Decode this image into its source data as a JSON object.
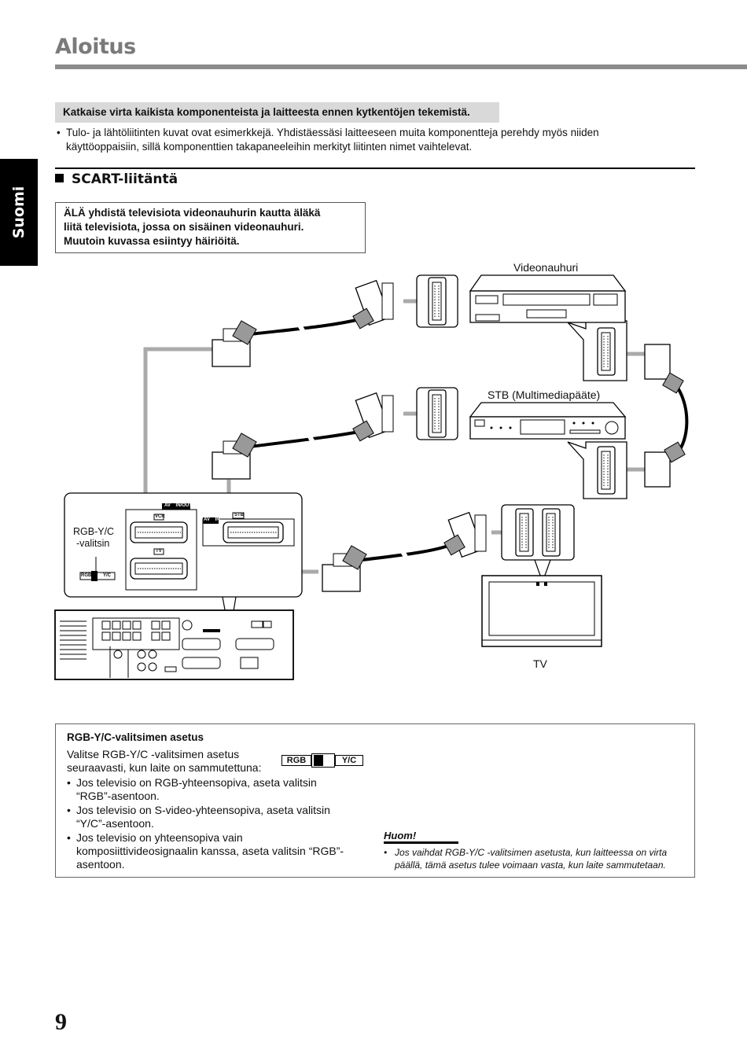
{
  "header": {
    "title": "Aloitus"
  },
  "side_tab": {
    "label": "Suomi"
  },
  "warning_bar": {
    "text": "Katkaise virta kaikista komponenteista ja laitteesta ennen kytkentöjen tekemistä."
  },
  "intro_bullet": {
    "bullet": "•",
    "line1": "Tulo- ja lähtöliitinten kuvat ovat esimerkkejä. Yhdistäessäsi laitteeseen muita komponentteja perehdy myös niiden",
    "line2": "käyttöoppaisiin, sillä komponenttien takapaneeleihin merkityt liitinten nimet vaihtelevat."
  },
  "section": {
    "heading": "SCART-liitäntä"
  },
  "caution": {
    "line1": "ÄLÄ yhdistä televisiota videonauhurin kautta äläkä",
    "line2": "liitä televisiota, jossa on sisäinen videonauhuri.",
    "line3": "Muutoin kuvassa esiintyy häiriöitä."
  },
  "diagram": {
    "vcr_label": "Videonauhuri",
    "stb_label": "STB (Multimediapääte)",
    "tv_label": "TV",
    "selector_label_1": "RGB-Y/C",
    "selector_label_2": "-valitsin",
    "panel_av_inout": "AV    IN/OUT",
    "panel_vcr": "VCR",
    "panel_stb": "STB",
    "panel_av_in": "AV    IN",
    "panel_tv": "TV",
    "panel_rgb": "RGB",
    "panel_yc": "Y/C"
  },
  "settings": {
    "heading": "RGB-Y/C-valitsimen asetus",
    "intro_line1": "Valitse RGB-Y/C -valitsimen asetus",
    "intro_line2": "seuraavasti, kun laite on sammutettuna:",
    "switch_rgb": "RGB",
    "switch_yc": "Y/C",
    "bullet": "•",
    "items": [
      {
        "line1": "Jos televisio on RGB-yhteensopiva, aseta valitsin",
        "line2": "“RGB”-asentoon."
      },
      {
        "line1": "Jos televisio on S-video-yhteensopiva, aseta valitsin",
        "line2": "“Y/C”-asentoon."
      },
      {
        "line1": "Jos televisio on yhteensopiva vain",
        "line2": "komposiittivideosignaalin kanssa, aseta valitsin “RGB”-",
        "line3": "asentoon."
      }
    ]
  },
  "note": {
    "heading": "Huom!",
    "bullet": "•",
    "line1": "Jos vaihdat RGB-Y/C -valitsimen asetusta, kun laitteessa on virta",
    "line2": "päällä, tämä asetus tulee voimaan vasta, kun laite sammutetaan."
  },
  "footer": {
    "page_number": "9"
  },
  "colors": {
    "title_gray": "#7a7a7a",
    "rule_gray": "#8c8c8c",
    "bar_gray": "#d9d9d9",
    "arrow_gray": "#aaaaaa",
    "text": "#111111"
  }
}
